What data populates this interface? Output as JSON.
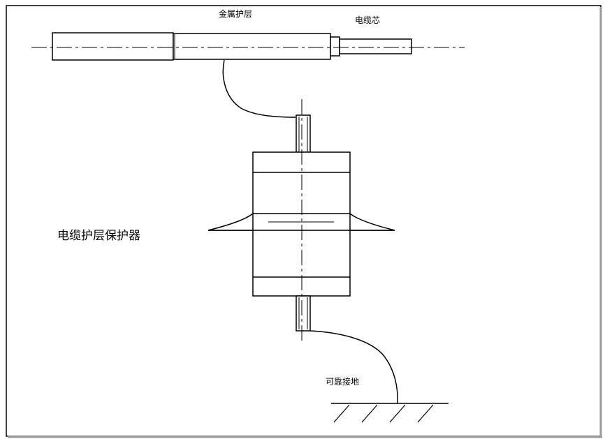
{
  "labels": {
    "metal_sheath": "金属护层",
    "cable_core": "电缆芯",
    "reliable_ground": "可靠接地",
    "protector_title": "电缆护层保护器"
  }
}
